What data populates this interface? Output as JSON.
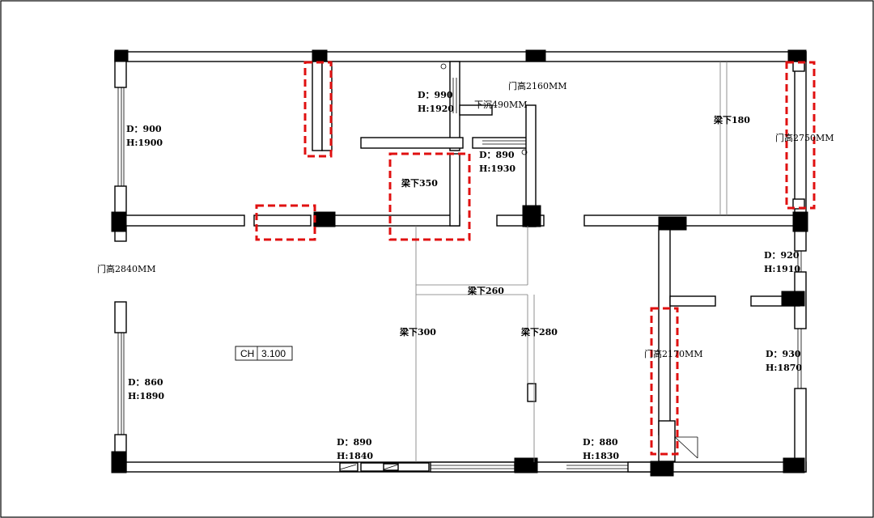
{
  "ceiling": {
    "code": "CH",
    "value": "3.100"
  },
  "openings": {
    "top_left_window": {
      "d": "D：900",
      "h": "H:1900"
    },
    "top_mid_door": {
      "d": "D：990",
      "h": "H:1920"
    },
    "mid_door": {
      "d": "D：890",
      "h": "H:1930"
    },
    "right_upper_window": {
      "d": "D：920",
      "h": "H:1910"
    },
    "right_lower_window": {
      "d": "D：930",
      "h": "H:1870"
    },
    "left_lower_window": {
      "d": "D：860",
      "h": "H:1890"
    },
    "bottom_left_window": {
      "d": "D：890",
      "h": "H:1840"
    },
    "bottom_mid_window": {
      "d": "D：880",
      "h": "H:1830"
    }
  },
  "door_heights": {
    "top_center": "门高2160MM",
    "right_top": "门高2750MM",
    "left_mid": "门高2840MM",
    "right_mid": "门高2170MM"
  },
  "sunken": "下沉490MM",
  "beams": {
    "b350": "梁下350",
    "b180": "梁下180",
    "b260": "梁下260",
    "b300": "梁下300",
    "b280": "梁下280"
  },
  "highlight_color": "#e01010"
}
